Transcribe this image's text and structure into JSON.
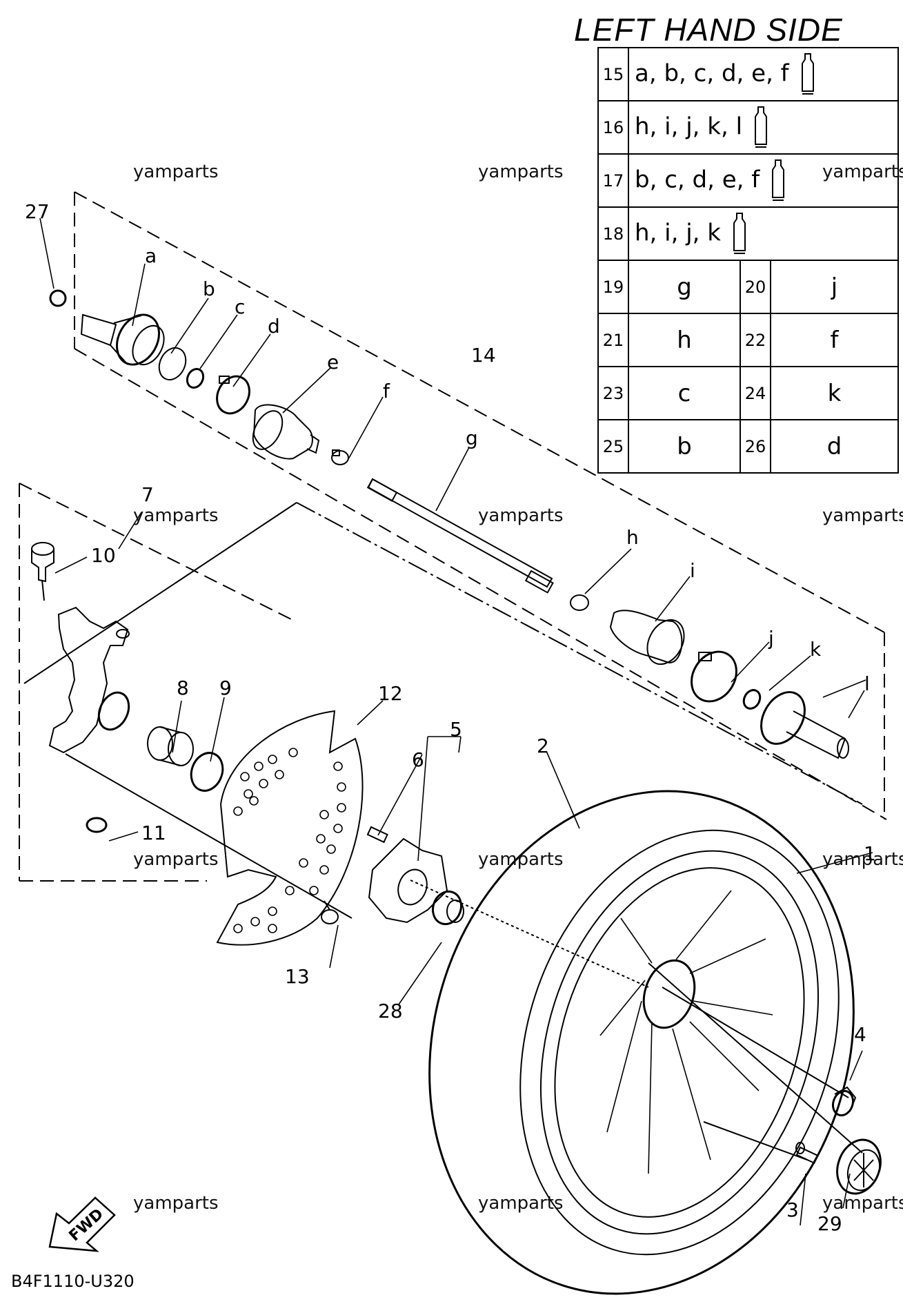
{
  "title": "LEFT HAND SIDE",
  "diagram_code": "B4F1110-U320",
  "fwd_label": "FWD",
  "watermark": "yamparts",
  "legend": {
    "grouped_rows": [
      {
        "num": "15",
        "letters": "a, b, c, d, e, f",
        "icon": "grease-tube-icon"
      },
      {
        "num": "16",
        "letters": "h, i, j, k, l",
        "icon": "grease-tube-icon"
      },
      {
        "num": "17",
        "letters": "b, c, d, e, f",
        "icon": "grease-tube-icon"
      },
      {
        "num": "18",
        "letters": "h, i, j, k",
        "icon": "grease-tube-icon"
      }
    ],
    "pair_rows": [
      {
        "num1": "19",
        "val1": "g",
        "num2": "20",
        "val2": "j"
      },
      {
        "num1": "21",
        "val1": "h",
        "num2": "22",
        "val2": "f"
      },
      {
        "num1": "23",
        "val1": "c",
        "num2": "24",
        "val2": "k"
      },
      {
        "num1": "25",
        "val1": "b",
        "num2": "26",
        "val2": "d"
      }
    ]
  },
  "part_labels": {
    "p1": "1",
    "p2": "2",
    "p3": "3",
    "p4": "4",
    "p5": "5",
    "p6": "6",
    "p7": "7",
    "p8": "8",
    "p9": "9",
    "p10": "10",
    "p11": "11",
    "p12": "12",
    "p13": "13",
    "p14": "14",
    "p27": "27",
    "p28": "28",
    "p29": "29",
    "a": "a",
    "b": "b",
    "c": "c",
    "d": "d",
    "e": "e",
    "f": "f",
    "g": "g",
    "h": "h",
    "i": "i",
    "j": "j",
    "k": "k",
    "l": "l"
  }
}
